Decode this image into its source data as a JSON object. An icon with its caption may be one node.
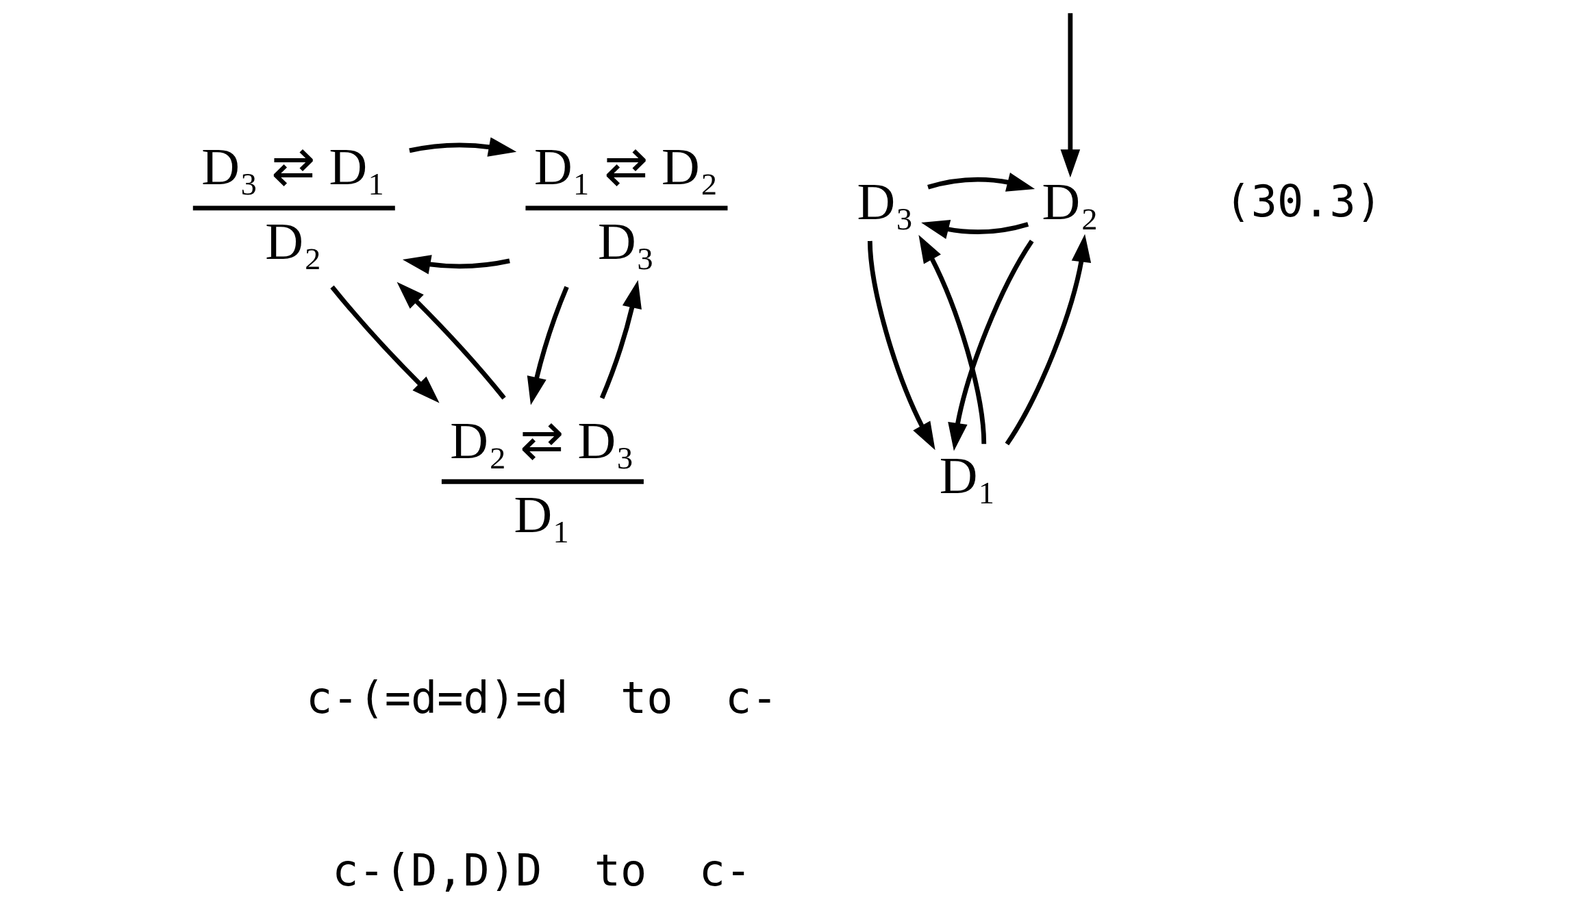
{
  "diagram": {
    "nodes": [
      {
        "text": [
          "D₃ ⇄ D₁",
          "D₂"
        ]
      },
      {
        "text": [
          "D₁ ⇄ D₂",
          "D₃"
        ]
      },
      {
        "text": [
          "D₂ ⇄ D₃",
          "D₁"
        ]
      },
      {
        "text": [
          "D₂"
        ]
      },
      {
        "text": [
          "D₃"
        ]
      },
      {
        "text": [
          "D₁"
        ]
      }
    ],
    "edges": [
      {
        "from": 1,
        "to": 0,
        "arrow": "to"
      },
      {
        "from": 0,
        "to": 1,
        "arrow": "to"
      },
      {
        "from": 0,
        "to": 2,
        "arrow": "to"
      },
      {
        "from": 2,
        "to": 0,
        "arrow": "to"
      },
      {
        "from": 1,
        "to": 2,
        "arrow": "to"
      },
      {
        "from": 2,
        "to": 1,
        "arrow": "to"
      },
      {
        "from": null,
        "to": 3,
        "arrow": "to"
      },
      {
        "from": 3,
        "to": 4,
        "arrow": "to"
      },
      {
        "from": 4,
        "to": 3,
        "arrow": "to"
      },
      {
        "from": 3,
        "to": 5,
        "arrow": "to"
      },
      {
        "from": 5,
        "to": 3,
        "arrow": "to"
      },
      {
        "from": 4,
        "to": 5,
        "arrow": "to"
      },
      {
        "from": 5,
        "to": 4,
        "arrow": "to"
      }
    ],
    "labels": [
      "(30.3)",
      "c-(=d=d)=d  to  c-",
      "c-(D,D)D  to  c-"
    ]
  }
}
